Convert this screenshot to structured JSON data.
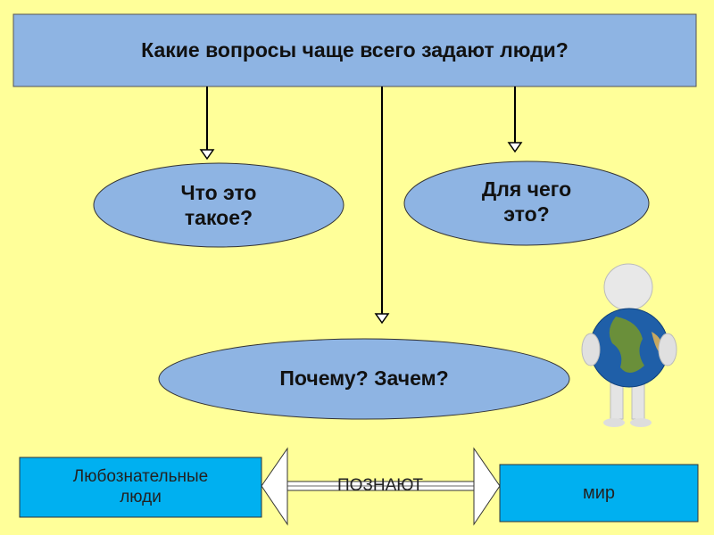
{
  "title": "Какие вопросы чаще всего задают люди?",
  "questions": [
    {
      "line1": "Что это",
      "line2": "такое?"
    },
    {
      "line1": "Для чего",
      "line2": "это?"
    },
    {
      "line1": "Почему? Зачем?"
    }
  ],
  "bottom": {
    "left_line1": "Любознательные",
    "left_line2": "люди",
    "connector": "ПОЗНАЮТ",
    "right": "мир"
  },
  "colors": {
    "background": "#FFFF99",
    "box": "#8EB4E3",
    "bottom_box": "#00B0F0"
  }
}
